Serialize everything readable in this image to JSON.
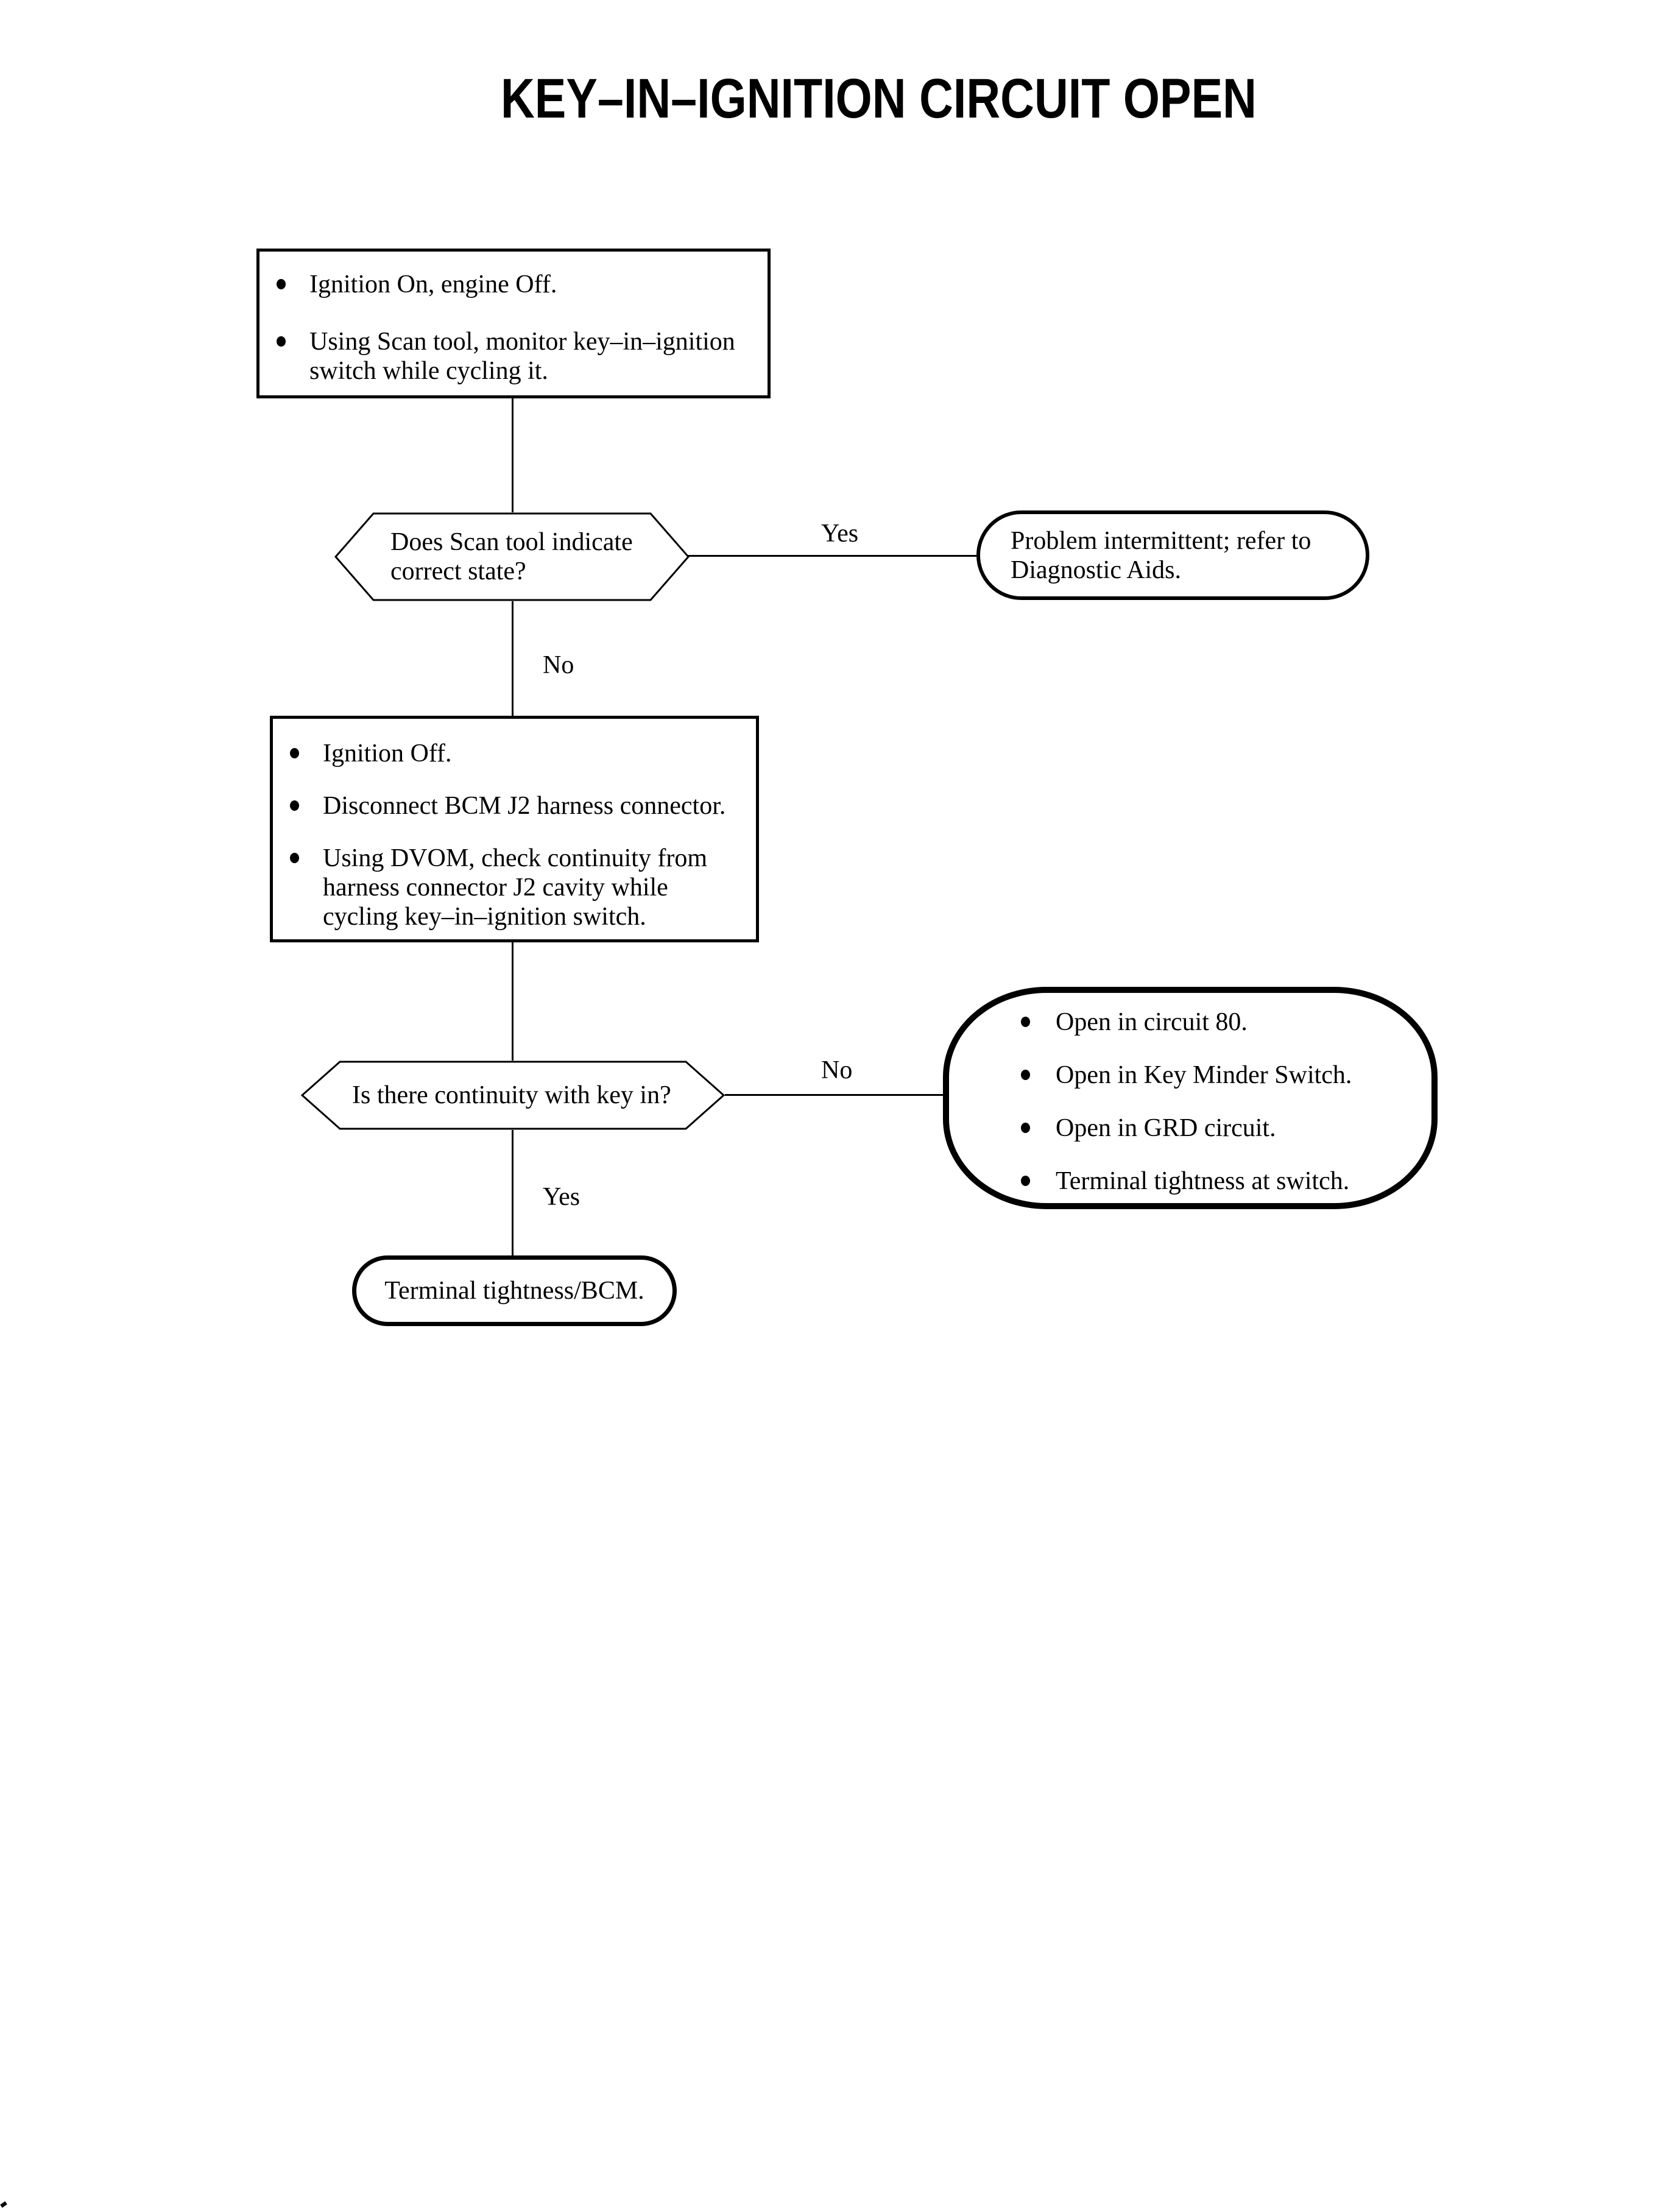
{
  "title": "KEY–IN–IGNITION CIRCUIT OPEN",
  "flow": {
    "start": {
      "bullets": [
        {
          "lines": [
            "Ignition On, engine Off."
          ]
        },
        {
          "lines": [
            "Using Scan tool, monitor key–in–ignition",
            "switch while cycling it."
          ]
        }
      ]
    },
    "decision1": {
      "lines": [
        "Does Scan tool indicate",
        "correct state?"
      ]
    },
    "edge_yes1": "Yes",
    "terminal_intermittent": {
      "lines": [
        "Problem intermittent; refer to",
        "Diagnostic Aids."
      ]
    },
    "edge_no1": "No",
    "action": {
      "bullets": [
        {
          "lines": [
            "Ignition Off."
          ]
        },
        {
          "lines": [
            "Disconnect BCM J2 harness connector."
          ]
        },
        {
          "lines": [
            "Using DVOM, check continuity from",
            "harness connector J2 cavity while",
            "cycling key–in–ignition switch."
          ]
        }
      ]
    },
    "decision2": {
      "lines": [
        "Is there continuity with key in?"
      ]
    },
    "edge_no2": "No",
    "causes": {
      "bullets": [
        {
          "lines": [
            "Open in circuit 80."
          ]
        },
        {
          "lines": [
            "Open in Key Minder Switch."
          ]
        },
        {
          "lines": [
            "Open in GRD circuit."
          ]
        },
        {
          "lines": [
            "Terminal tightness at switch."
          ]
        }
      ]
    },
    "edge_yes2": "Yes",
    "terminal_bcm": {
      "lines": [
        "Terminal tightness/BCM."
      ]
    }
  },
  "colors": {
    "ink": "#000000",
    "paper": "#ffffff"
  }
}
